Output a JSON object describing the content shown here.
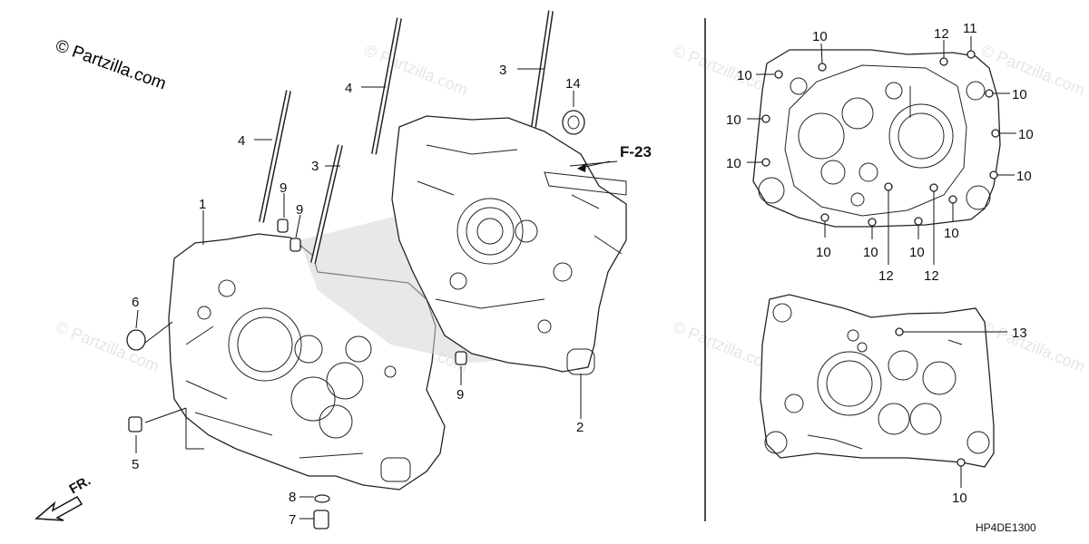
{
  "copyright": "© Partzilla.com",
  "watermark": "© Partzilla.com",
  "ref_label": "F-23",
  "front_label": "FR.",
  "diagram_code": "HP4DE1300",
  "callouts": {
    "c1": "1",
    "c2": "2",
    "c3a": "3",
    "c3b": "3",
    "c4a": "4",
    "c4b": "4",
    "c5": "5",
    "c6": "6",
    "c7": "7",
    "c8": "8",
    "c9a": "9",
    "c9b": "9",
    "c9c": "9",
    "c14": "14",
    "r10a": "10",
    "r10b": "10",
    "r10c": "10",
    "r10d": "10",
    "r10e": "10",
    "r10f": "10",
    "r10g": "10",
    "r10h": "10",
    "r10i": "10",
    "r10j": "10",
    "r10k": "10",
    "r11": "11",
    "r12a": "12",
    "r12b": "12",
    "r12c": "12",
    "r13": "13",
    "r10l": "10"
  }
}
